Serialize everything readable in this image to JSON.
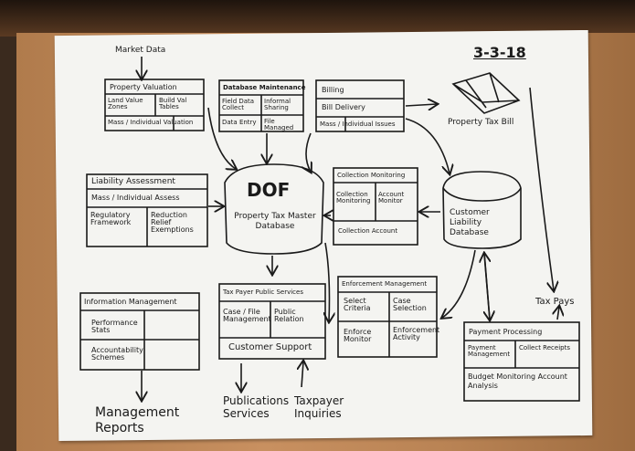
{
  "date": "3-3-18",
  "inputs": {
    "market_data": "Market Data",
    "taxpayer_inquiries": "Taxpayer Inquiries",
    "tax_pays": "Tax Pays"
  },
  "outputs": {
    "management_reports": "Management Reports",
    "publications_services": "Publications Services",
    "property_tax_bill": "Property Tax Bill"
  },
  "modules": {
    "property_valuation": {
      "title": "Property Valuation",
      "cells": [
        "Land Value Zones",
        "Build Val Tables",
        "Mass / Individual Valuation"
      ]
    },
    "database_maintenance": {
      "title": "Database Maintenance",
      "cells": [
        "Field Data Collect",
        "Informal Sharing",
        "Data Entry",
        "File Managed"
      ]
    },
    "billing": {
      "title": "Billing",
      "cells": [
        "Bill Delivery",
        "Mass / Individual Issues"
      ]
    },
    "liability_assessment": {
      "title": "Liability Assessment",
      "cells": [
        "Mass / Individual Assess",
        "Regulatory Framework",
        "Reduction Relief Exemptions"
      ]
    },
    "collection_monitoring": {
      "title": "Collection Monitoring",
      "cells": [
        "Collection Monitoring",
        "Account Monitor",
        "Collection Account"
      ]
    },
    "information_management": {
      "title": "Information Management",
      "cells": [
        "Performance Stats",
        "Accountability Schemes"
      ]
    },
    "taxpayer_public_services": {
      "title": "Tax Payer Public Services",
      "cells": [
        "Case / File Management",
        "Public Relation",
        "Customer Support"
      ]
    },
    "enforcement_management": {
      "title": "Enforcement Management",
      "cells": [
        "Select Criteria",
        "Case Selection",
        "Enforce Monitor",
        "Enforcement Activity"
      ]
    },
    "payment_processing": {
      "title": "Payment Processing",
      "cells": [
        "Payment Management",
        "Collect Receipts",
        "Budget Monitoring Account Analysis"
      ]
    }
  },
  "databases": {
    "dof": {
      "name": "DOF",
      "label": "Property Tax Master Database"
    },
    "customer_liability": {
      "label": "Customer Liability Database"
    }
  }
}
